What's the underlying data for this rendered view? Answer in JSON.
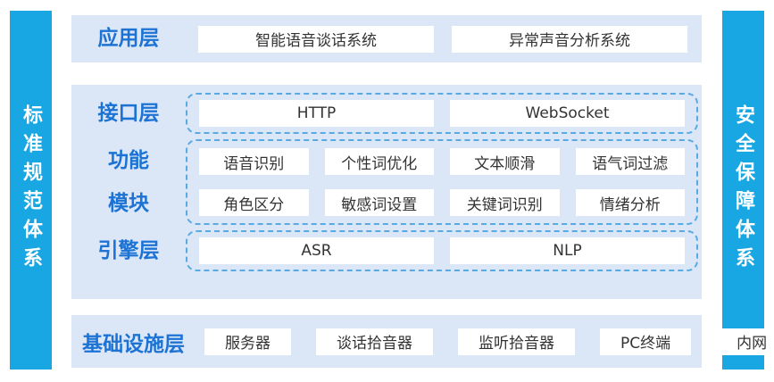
{
  "colors": {
    "page_bg": "#ffffff",
    "bar_accent": "#18a7e2",
    "panel_bg": "#dbe6f7",
    "label_blue": "#1c73d4",
    "dash_blue": "#58aae4",
    "pill_bg": "#ffffff",
    "pill_text": "#333333"
  },
  "left_bar": {
    "label": "标准规范体系"
  },
  "right_bar": {
    "label": "安全保障体系"
  },
  "layers": {
    "application": {
      "label": "应用层",
      "items": [
        "智能语音谈话系统",
        "异常声音分析系统"
      ]
    },
    "middle": {
      "interface": {
        "label": "接口层",
        "items": [
          "HTTP",
          "WebSocket"
        ]
      },
      "function_modules": {
        "label_line1": "功能",
        "label_line2": "模块",
        "rows": [
          [
            "语音识别",
            "个性词优化",
            "文本顺滑",
            "语气词过滤"
          ],
          [
            "角色区分",
            "敏感词设置",
            "关键词识别",
            "情绪分析"
          ]
        ]
      },
      "engine": {
        "label": "引擎层",
        "items": [
          "ASR",
          "NLP"
        ]
      }
    },
    "infrastructure": {
      "label": "基础设施层",
      "items": [
        "服务器",
        "谈话拾音器",
        "监听拾音器",
        "PC终端",
        "内网"
      ]
    }
  }
}
